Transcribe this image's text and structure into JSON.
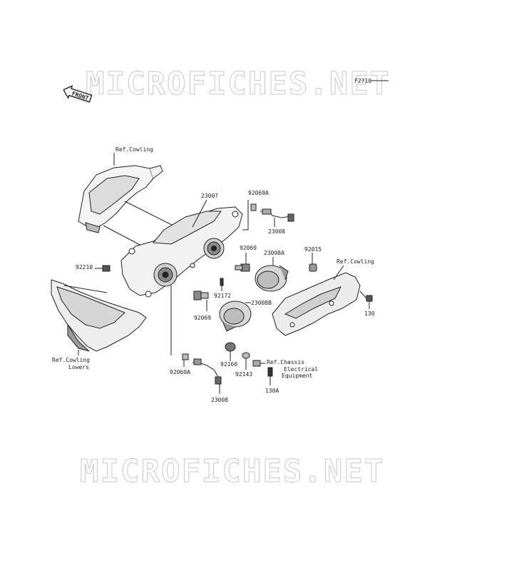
{
  "watermark": {
    "text": "MICROFICHES.NET"
  },
  "front_marker": {
    "text": "FRONT"
  },
  "figure_code": "F2710",
  "labels": {
    "ref_cowling_top": "Ref.Cowling",
    "p23007": "23007",
    "p92069A_top": "92069A",
    "p23008_top": "23008",
    "p92069_mid": "92069",
    "p23008A": "23008A",
    "p92015": "92015",
    "ref_cowling_right": "Ref.Cowling",
    "p92210": "92210",
    "p92172": "92172",
    "p23008B": "23008B",
    "p92069_low": "92069",
    "p130": "130",
    "ref_cowling_lowers_1": "Ref.Cowling",
    "ref_cowling_lowers_2": "Lowers",
    "p92069A_low": "92069A",
    "p92160": "92160",
    "p92143": "92143",
    "ref_chassis_1": "Ref.Chassis",
    "ref_chassis_2": "Electrical",
    "ref_chassis_3": "Equipment",
    "p130A": "130A",
    "p23008_low": "23008"
  }
}
